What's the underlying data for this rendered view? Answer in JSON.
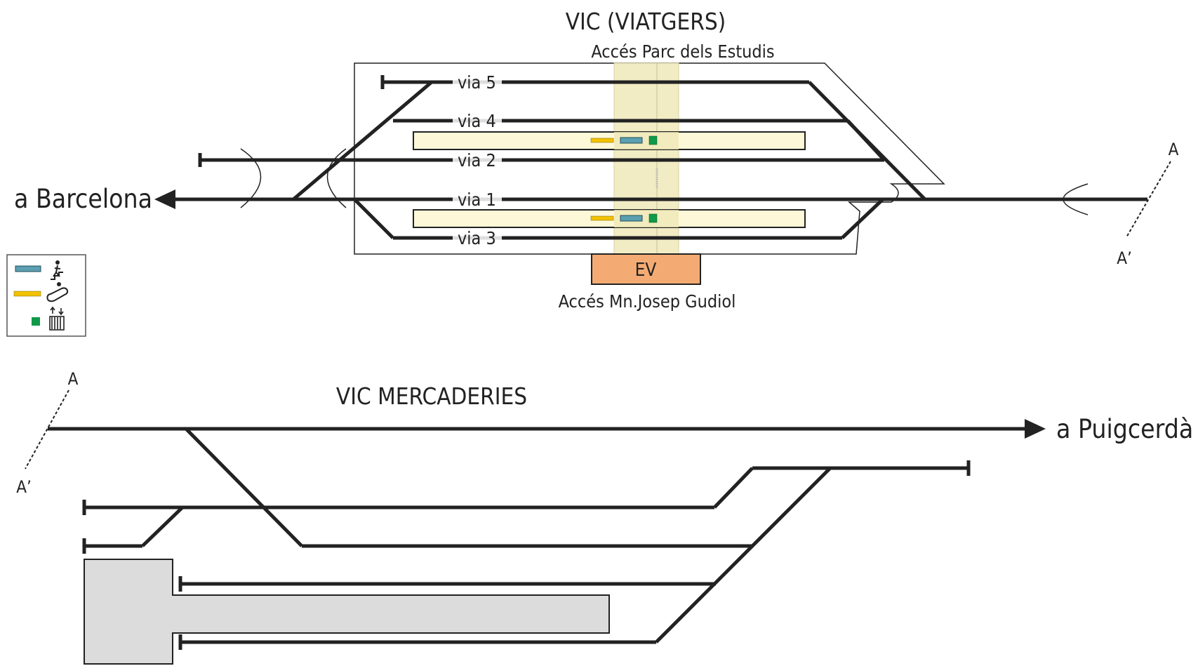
{
  "top_station": {
    "title": "VIC (VIATGERS)",
    "access_north": "Accés Parc dels Estudis",
    "access_south": "Accés Mn.Josep Gudiol",
    "building_label": "EV",
    "direction_west": "a Barcelona",
    "tracks": [
      "via 5",
      "via 4",
      "via 2",
      "via 1",
      "via 3"
    ],
    "section_mark_top": "A",
    "section_mark_bottom": "A’"
  },
  "legend": {
    "items": [
      {
        "swatch_color": "#5b9fb0",
        "icon": "stairs-person-icon"
      },
      {
        "swatch_color": "#f2c200",
        "icon": "escalator-icon"
      },
      {
        "swatch_color": "#0e9a48",
        "icon": "elevator-icon"
      }
    ]
  },
  "bottom_station": {
    "title": "VIC MERCADERIES",
    "direction_east": "a Puigcerdà",
    "section_mark_top": "A",
    "section_mark_bottom": "A’"
  },
  "colors": {
    "track": "#222222",
    "platform_fill": "#fdf8d8",
    "access_band": "#f1ecc4",
    "building_fill": "#f4ab73",
    "freight_platform": "#dcdcdc"
  }
}
